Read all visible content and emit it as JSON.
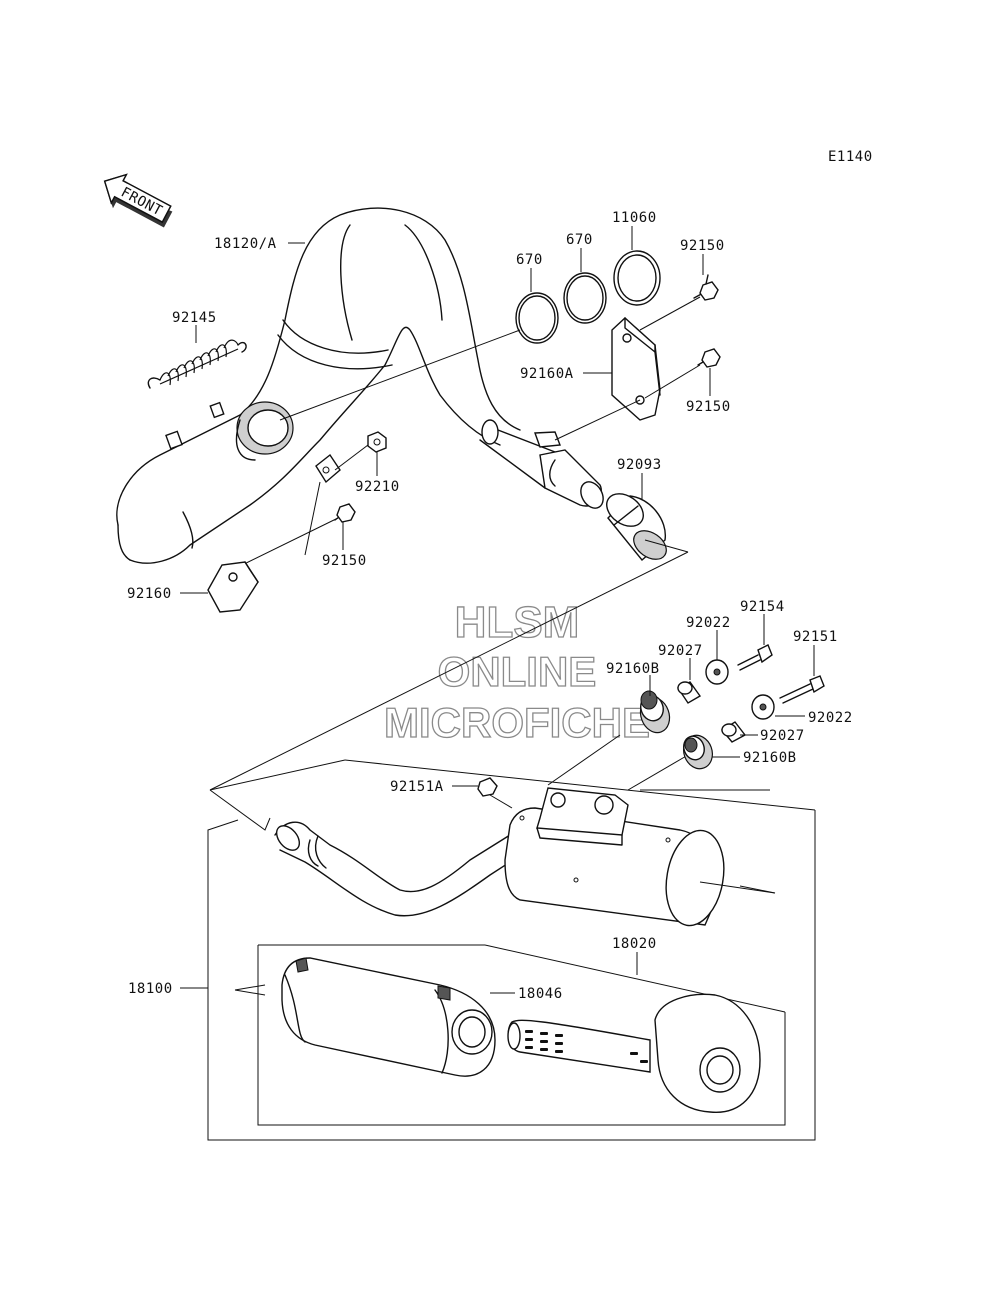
{
  "diagram_code": "E1140",
  "front_label": "FRONT",
  "watermark": {
    "line1": "HLSM",
    "line2": "ONLINE",
    "line3": "MICROFICHE"
  },
  "labels": {
    "p18120A": "18120/A",
    "p92145": "92145",
    "p670a": "670",
    "p670b": "670",
    "p11060": "11060",
    "p92150a": "92150",
    "p92160A": "92160A",
    "p92150b": "92150",
    "p92093": "92093",
    "p92210": "92210",
    "p92150c": "92150",
    "p92160": "92160",
    "p92154": "92154",
    "p92022a": "92022",
    "p92151": "92151",
    "p92027a": "92027",
    "p92160Ba": "92160B",
    "p92022b": "92022",
    "p92027b": "92027",
    "p92160Bb": "92160B",
    "p92151A": "92151A",
    "p18020": "18020",
    "p18100": "18100",
    "p18046": "18046"
  }
}
